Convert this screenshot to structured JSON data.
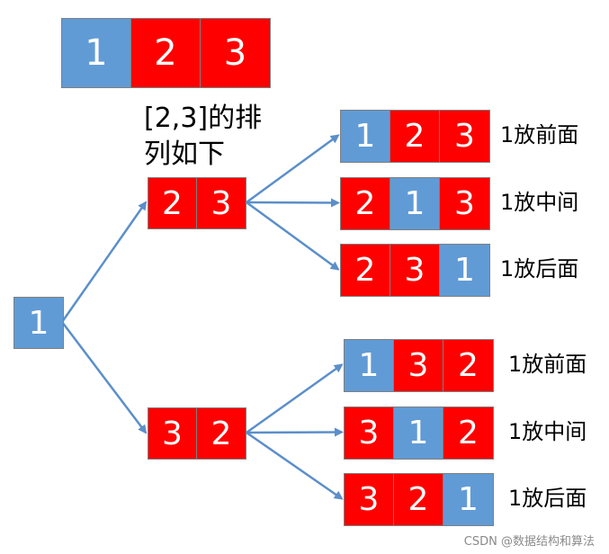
{
  "colors": {
    "fixed": "#619BD6",
    "moving": "#FF0000",
    "arrow": "#5B8FC9",
    "text": "#000000"
  },
  "top_array": [
    "1",
    "2",
    "3"
  ],
  "root": "1",
  "note_lines": [
    "[2,3]的排",
    "列如下"
  ],
  "branches": [
    {
      "node": [
        "2",
        "3"
      ],
      "results": [
        {
          "cells": [
            "1",
            "2",
            "3"
          ],
          "fixed_index": 0,
          "label": "1放前面"
        },
        {
          "cells": [
            "2",
            "1",
            "3"
          ],
          "fixed_index": 1,
          "label": "1放中间"
        },
        {
          "cells": [
            "2",
            "3",
            "1"
          ],
          "fixed_index": 2,
          "label": "1放后面"
        }
      ]
    },
    {
      "node": [
        "3",
        "2"
      ],
      "results": [
        {
          "cells": [
            "1",
            "3",
            "2"
          ],
          "fixed_index": 0,
          "label": "1放前面"
        },
        {
          "cells": [
            "3",
            "1",
            "2"
          ],
          "fixed_index": 1,
          "label": "1放中间"
        },
        {
          "cells": [
            "3",
            "2",
            "1"
          ],
          "fixed_index": 2,
          "label": "1放后面"
        }
      ]
    }
  ],
  "watermark": "CSDN @数据结构和算法"
}
